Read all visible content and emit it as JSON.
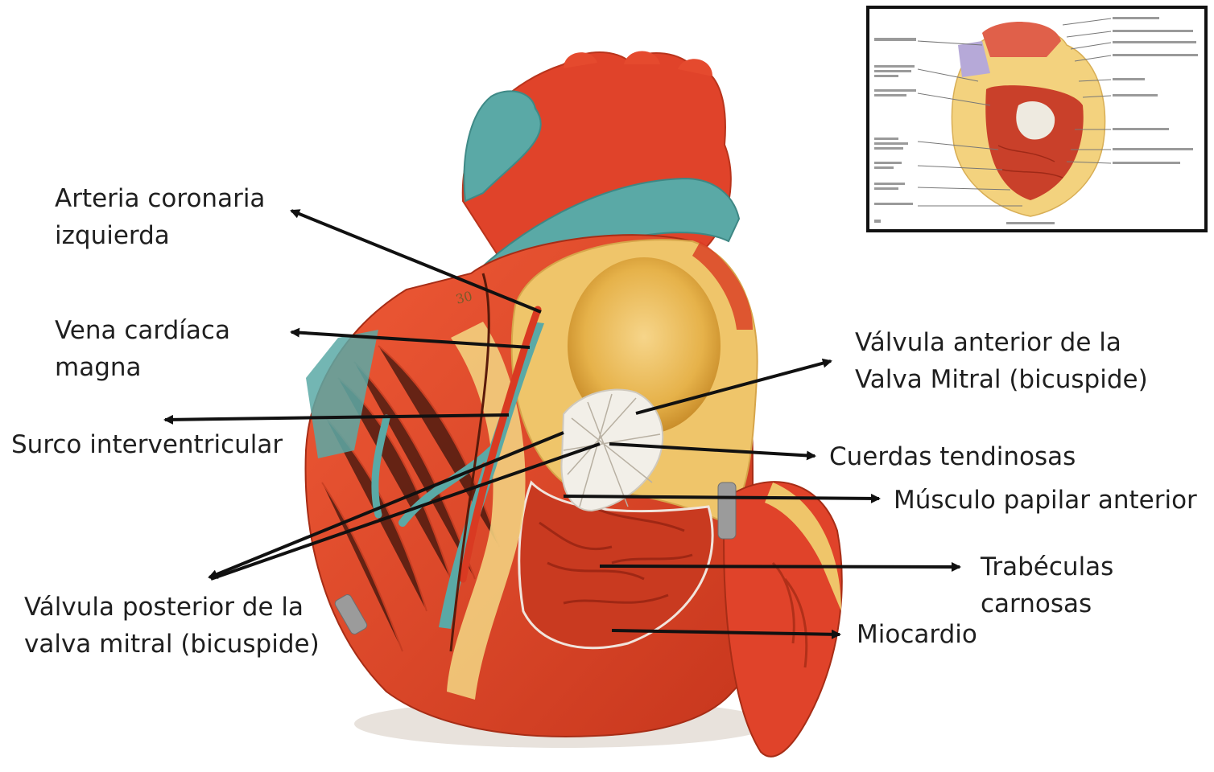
{
  "labels": {
    "left_coronary_artery": [
      "Arteria coronaria",
      "izquierda"
    ],
    "great_cardiac_vein": [
      "Vena cardíaca",
      "magna"
    ],
    "interventricular_sulcus": [
      "Surco interventricular"
    ],
    "posterior_mitral_leaflet": [
      "Válvula posterior de la",
      "valva mitral (bicuspide)"
    ],
    "anterior_mitral_leaflet": [
      "Válvula anterior de la",
      "Valva Mitral (bicuspide)"
    ],
    "chordae_tendineae": [
      "Cuerdas tendinosas"
    ],
    "anterior_papillary_muscle": [
      "Músculo papilar anterior"
    ],
    "trabeculae_carneae": [
      "Trabéculas",
      "carnosas"
    ],
    "myocardium": [
      "Miocardio"
    ]
  },
  "model_marking": "30",
  "colors": {
    "myocardium_red": "#e2452a",
    "artery_red": "#d93a22",
    "vein_teal": "#5aa9a6",
    "fat_yellow": "#efc56a",
    "valve_white": "#f2efe8",
    "arrow": "#111111"
  },
  "inset": {
    "description_icon": "reference-anatomy-illustration"
  }
}
